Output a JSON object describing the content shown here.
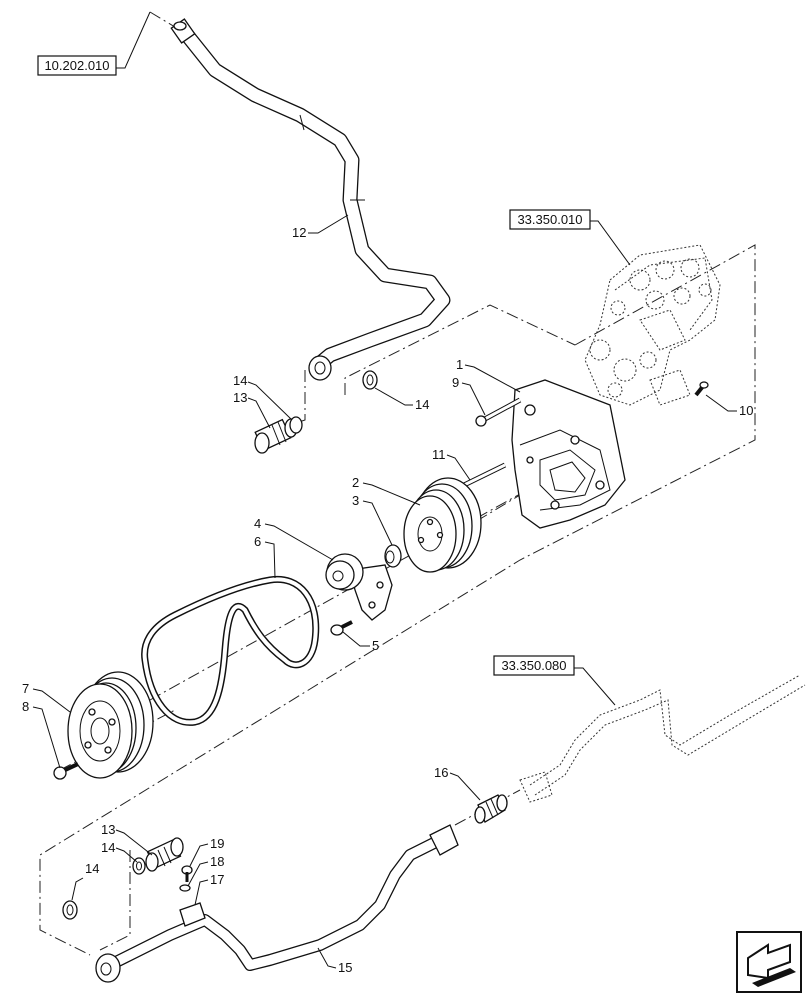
{
  "references": [
    {
      "id": "ref-top",
      "text": "10.202.010"
    },
    {
      "id": "ref-compressor",
      "text": "33.350.010"
    },
    {
      "id": "ref-line",
      "text": "33.350.080"
    }
  ],
  "callouts": {
    "c1": "1",
    "c2": "2",
    "c3": "3",
    "c4": "4",
    "c5": "5",
    "c6": "6",
    "c7": "7",
    "c8": "8",
    "c9": "9",
    "c10": "10",
    "c11": "11",
    "c12": "12",
    "c13a": "13",
    "c14a": "14",
    "c14b": "14",
    "c13b": "13",
    "c14c": "14",
    "c14d": "14",
    "c15": "15",
    "c16": "16",
    "c17": "17",
    "c18": "18",
    "c19": "19"
  },
  "nav_icon": "arrow-box-icon"
}
